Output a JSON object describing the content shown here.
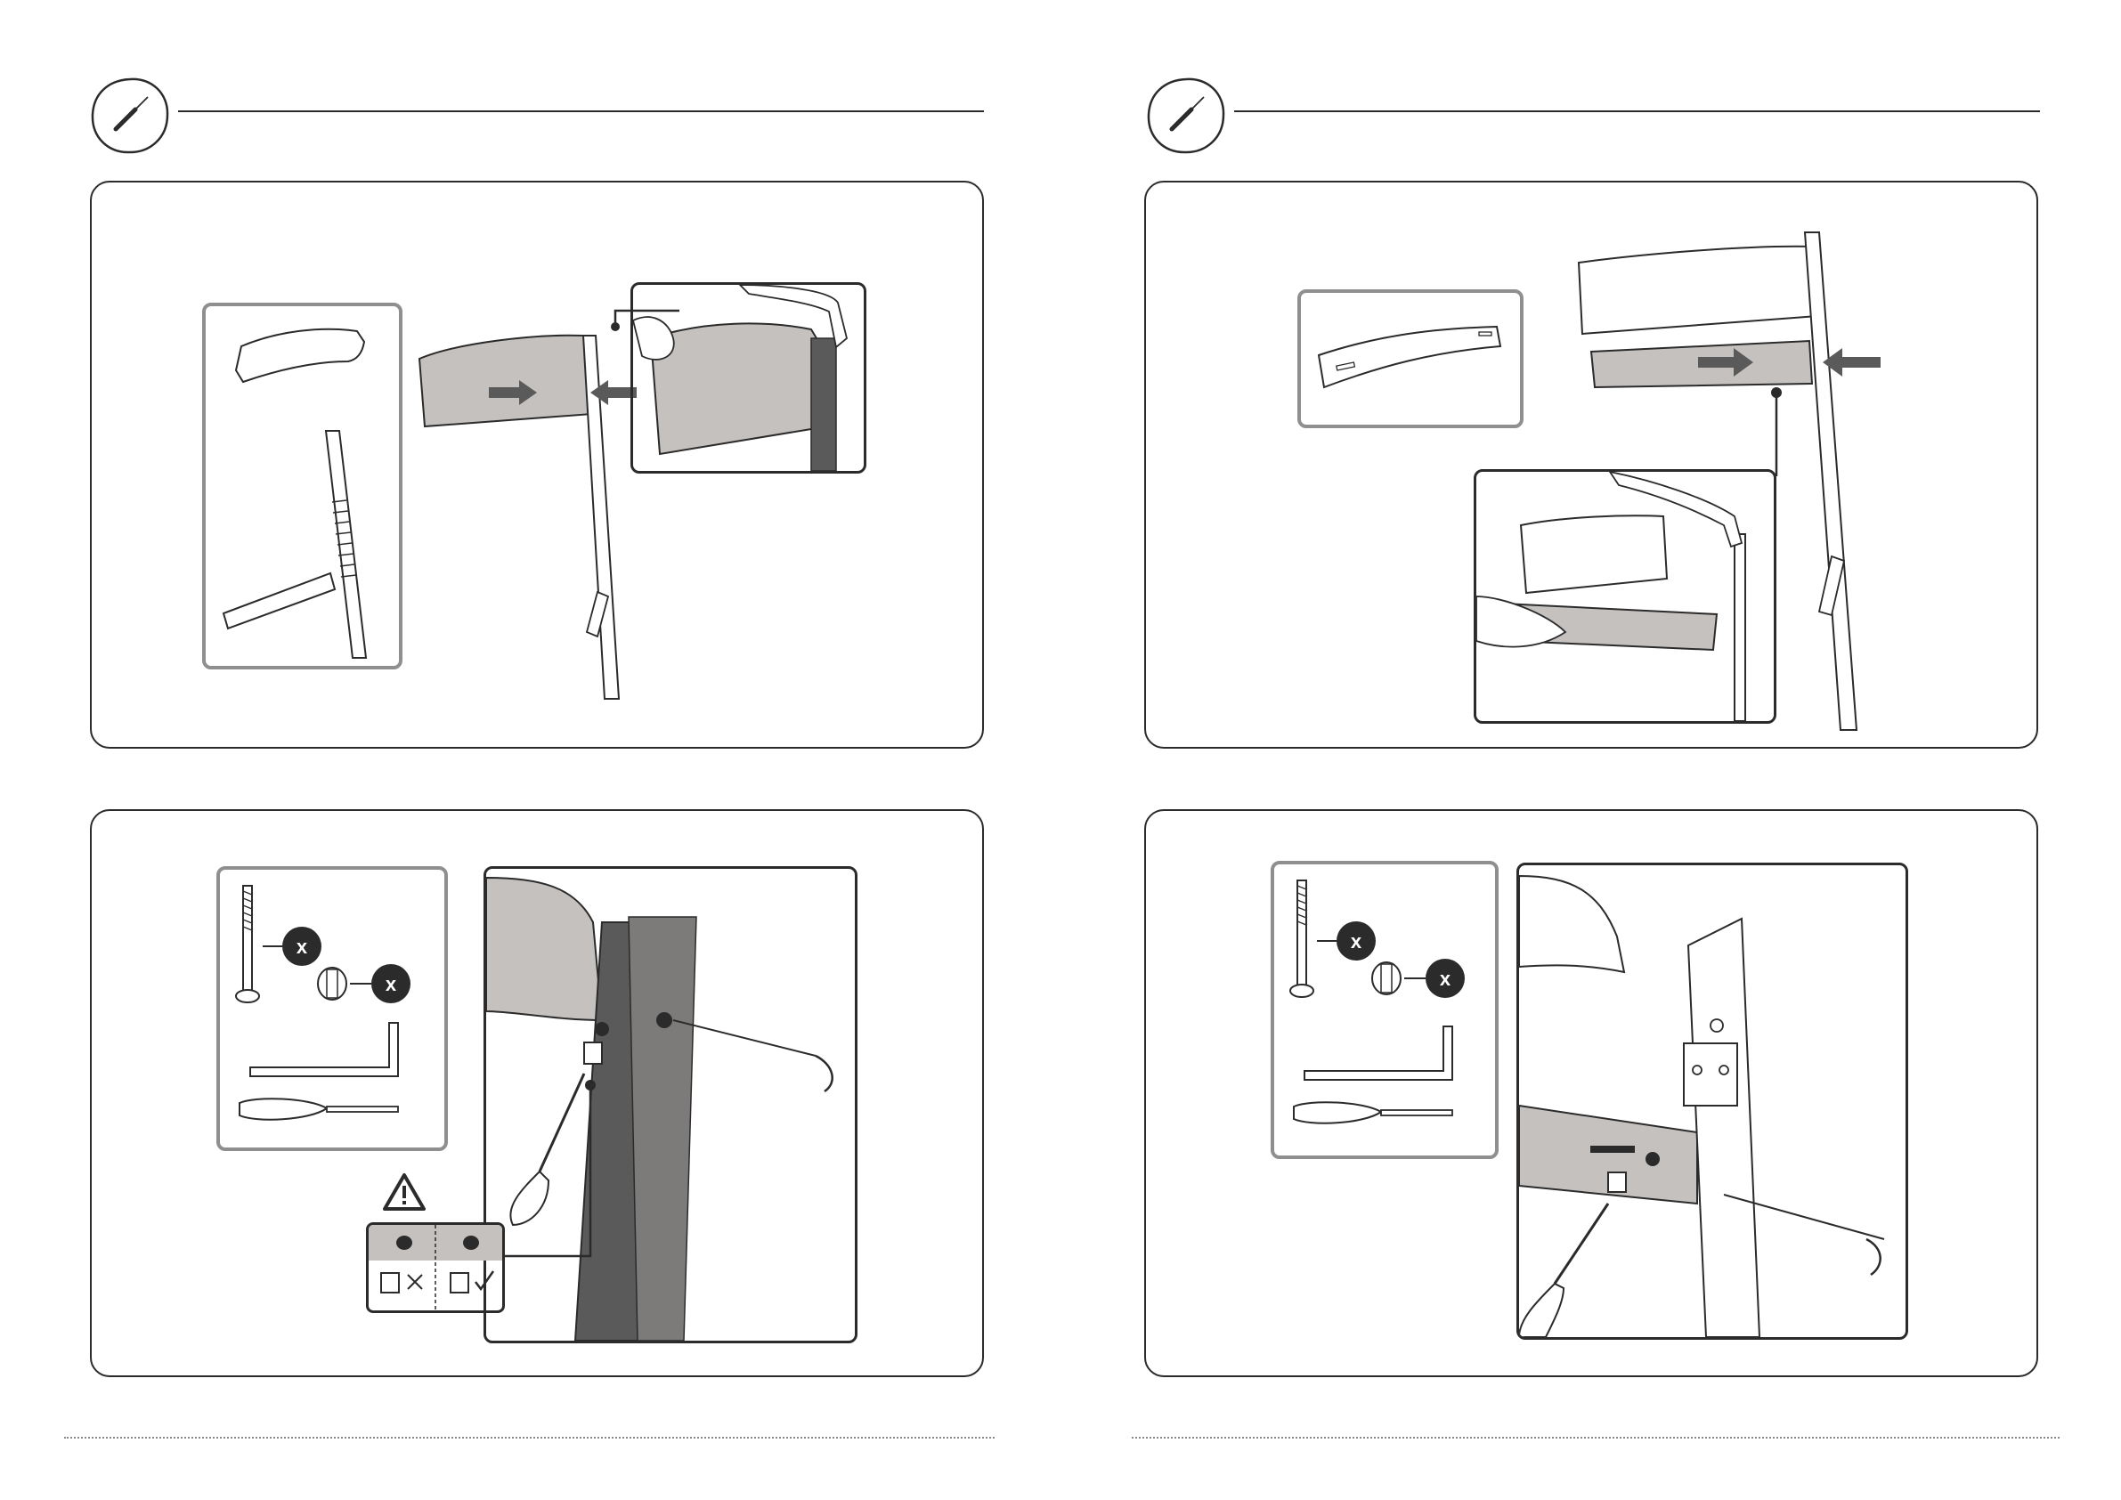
{
  "pages": [
    {
      "side": "left",
      "header": {
        "icon": "screwdriver-icon"
      },
      "steps": [
        {
          "name": "step-attach-backrest",
          "parts_icons": [
            "backrest-part-icon",
            "side-frame-part-icon"
          ]
        },
        {
          "name": "step-screw-backrest",
          "parts": [
            {
              "icon": "bolt-icon",
              "qty": "x"
            },
            {
              "icon": "barrel-nut-icon",
              "qty": "x"
            },
            {
              "icon": "allen-key-icon"
            },
            {
              "icon": "screwdriver-icon"
            }
          ],
          "warning": {
            "icon": "warning-icon",
            "wrong_icon": "cross-mark-icon",
            "right_icon": "check-mark-icon"
          }
        }
      ]
    },
    {
      "side": "right",
      "header": {
        "icon": "screwdriver-icon"
      },
      "steps": [
        {
          "name": "step-attach-seat",
          "parts_icons": [
            "seat-board-part-icon"
          ]
        },
        {
          "name": "step-screw-seat",
          "parts": [
            {
              "icon": "bolt-icon",
              "qty": "x"
            },
            {
              "icon": "barrel-nut-icon",
              "qty": "x"
            },
            {
              "icon": "allen-key-icon"
            },
            {
              "icon": "screwdriver-icon"
            }
          ]
        }
      ]
    }
  ],
  "colors": {
    "line": "#2b2b2b",
    "part_gray": "#c4c1bf",
    "dark_gray": "#5a5a5a",
    "parts_box_border": "#8f8f8f"
  }
}
